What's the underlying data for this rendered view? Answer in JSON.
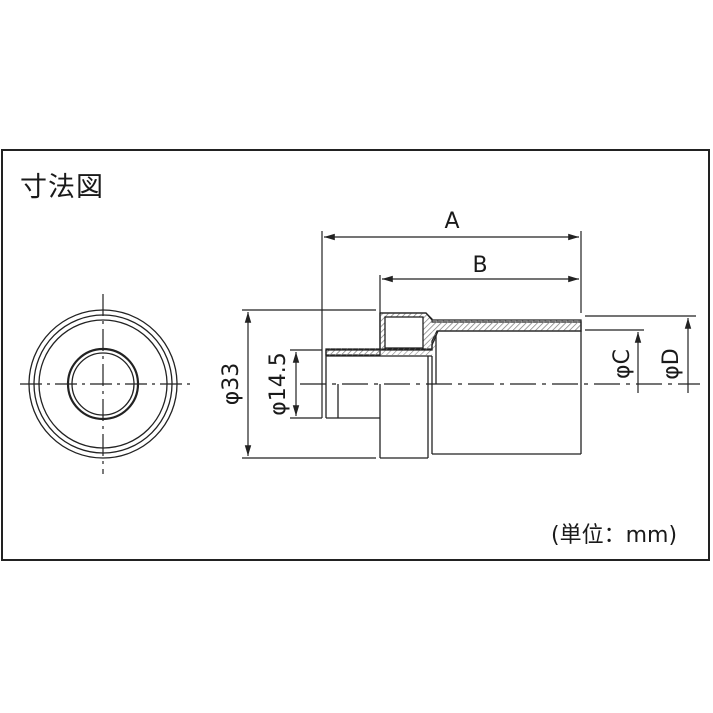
{
  "title": "寸法図",
  "unit_note": "(単位：mm)",
  "dimensions": {
    "overall_length": "A",
    "body_length": "B",
    "outer_diameter": "φ33",
    "spigot_diameter": "φ14.5",
    "inner_diameter": "φC",
    "outer_end_diameter": "φD"
  },
  "colors": {
    "line": "#222222",
    "hatch": "#8a8a8a",
    "background": "#ffffff"
  }
}
